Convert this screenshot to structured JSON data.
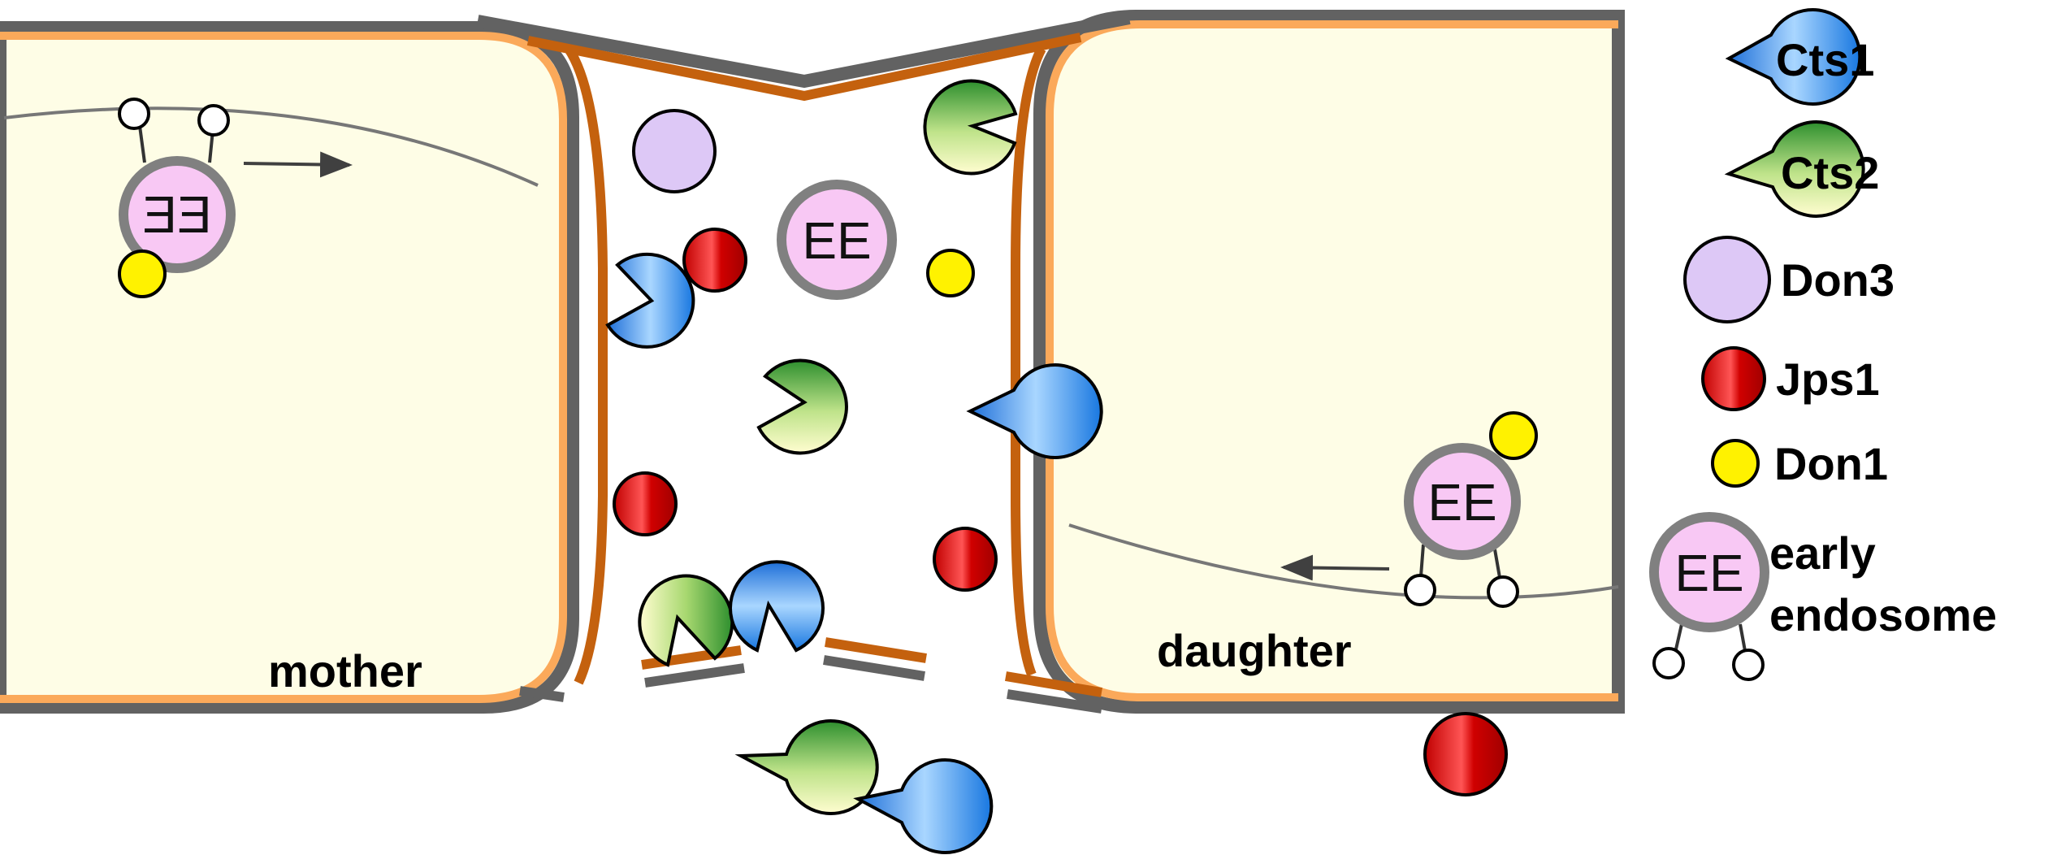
{
  "colors": {
    "cytoplasm": "#FEFDE6",
    "membrane_outer": "#626262",
    "membrane_inner": "#FBA95A",
    "cell_wall": "#C4610E",
    "cts1": "#1A7FE6",
    "cts2": "#2A9A2E",
    "don3": "#DDC8F6",
    "jps1": "#D81010",
    "don1": "#FFF200",
    "early_endosome": "#F8C8F4",
    "endosome_rim": "#808080"
  },
  "labels": {
    "mother": "mother",
    "daughter": "daughter",
    "ee": "EE"
  },
  "legend": {
    "items": [
      {
        "key": "cts1",
        "label": "Cts1",
        "icon": "blue-pacman-icon"
      },
      {
        "key": "cts2",
        "label": "Cts2",
        "icon": "green-pacman-icon"
      },
      {
        "key": "don3",
        "label": "Don3",
        "icon": "lavender-circle-icon"
      },
      {
        "key": "jps1",
        "label": "Jps1",
        "icon": "red-circle-icon"
      },
      {
        "key": "don1",
        "label": "Don1",
        "icon": "yellow-circle-icon"
      },
      {
        "key": "ee",
        "label_lines": [
          "early",
          "endosome"
        ],
        "icon": "early-endosome-icon"
      }
    ]
  }
}
